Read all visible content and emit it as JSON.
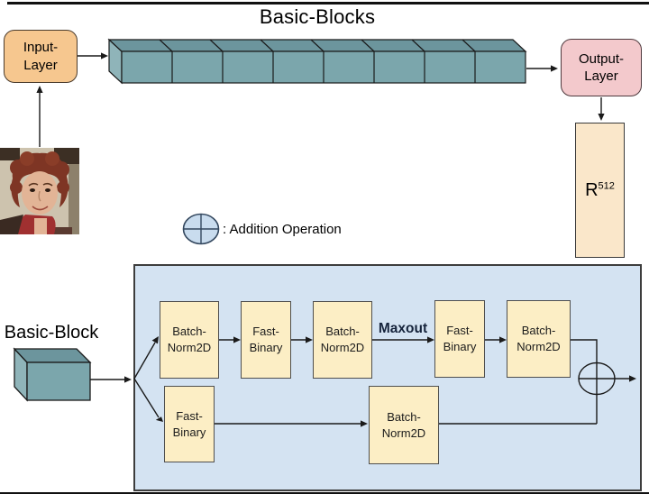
{
  "title": "Basic-Blocks",
  "input_layer": {
    "line1": "Input-",
    "line2": "Layer"
  },
  "output_layer": {
    "line1": "Output-",
    "line2": "Layer"
  },
  "feature_vector": {
    "base": "R",
    "superscript": "512"
  },
  "legend": {
    "label": ": Addition Operation"
  },
  "basic_block_label": "Basic-Block",
  "blocks_bar": {
    "count": 8
  },
  "detail": {
    "maxout_label": "Maxout",
    "top_row": [
      {
        "line1": "Batch-",
        "line2": "Norm2D"
      },
      {
        "line1": "Fast-",
        "line2": "Binary"
      },
      {
        "line1": "Batch-",
        "line2": "Norm2D"
      },
      {
        "line1": "Fast-",
        "line2": "Binary"
      },
      {
        "line1": "Batch-",
        "line2": "Norm2D"
      }
    ],
    "bottom_row": [
      {
        "line1": "Fast-",
        "line2": "Binary"
      },
      {
        "line1": "Batch-",
        "line2": "Norm2D"
      }
    ]
  },
  "colors": {
    "input_layer_fill": "#F6C78F",
    "output_layer_fill": "#F3C9CC",
    "feature_vector_fill": "#FAE7CA",
    "container_fill": "#D4E3F2",
    "node_fill": "#FCEEC5",
    "block_front": "#7BA6AC",
    "block_top": "#6C959D",
    "block_side": "#8FB4B9",
    "legend_circle_fill": "#C9DCEE",
    "line_color": "#1a1a1a"
  }
}
